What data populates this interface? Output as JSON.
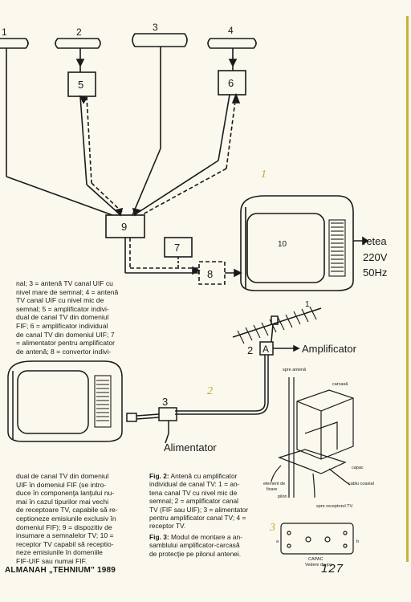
{
  "figure1": {
    "number": "1",
    "antennas": [
      "1",
      "2",
      "3",
      "4"
    ],
    "boxes": {
      "b5": "5",
      "b6": "6",
      "b9": "9",
      "b7": "7",
      "b8": "8",
      "b10": "10"
    },
    "mains_label": "retea\n220V\n50Hz"
  },
  "figure2": {
    "number": "2",
    "antenna_num": "1",
    "amp_num": "2",
    "amp_box": "A",
    "amp_label": "Amplificator",
    "psu_num": "3",
    "psu_label": "Alimentator"
  },
  "figure3": {
    "number": "3",
    "labels": {
      "spre_antena": "spre antenă",
      "carcasa": "carcasă",
      "capac": "capac",
      "element_fixare": "element de\nfixare",
      "cablu_coaxial": "cablu coaxial",
      "pilon": "pilon",
      "spre_receptor": "spre receptorul TV.",
      "capac_bottom": "CAPAC",
      "vedere": "Vedere de jos",
      "a": "a",
      "b": "b"
    }
  },
  "text": {
    "left_top": "nal; 3 = antenă TV canal UIF cu\nnivel mare de semnal; 4 = antenă\nTV canal UIF cu nivel mic de\nsemnal; 5 = amplificator indivi-\ndual de canal TV din domeniul\nFIF; 6 = amplificator individual\nde canal TV din domeniul UIF; 7\n= alimentator pentru amplificator\nde antenă; 8 = convertor indivi-",
    "left_bottom": "dual de canal TV din domeniul\nUIF în domeniul FIF (se intro-\nduce în componenţa lanţului nu-\nmai în cazul tipurilor mai vechi\nde receptoare TV, capabile să re-\nceptioneze emisiunile exclusiv în\ndomeniul FIF); 9 = dispozitiv de\ninsumare a semnalelor TV; 10 =\nreceptor TV capabil să receptio-\nneze emisiunile în domeniile\nFIF-UIF sau numai FIF.",
    "fig2_caption_label": "Fig. 2:",
    "fig2_caption": " Antenă cu amplificator\nindividual de canal TV: 1 = an-\ntena canal TV cu nivel mic de\nsemnal; 2 = amplificator canal\nTV (FIF sau UIF); 3 = alimentator\npentru amplificator canal TV; 4 =\nreceptor TV.",
    "fig3_caption_label": "Fig. 3:",
    "fig3_caption": " Modul de montare a an-\nsamblului amplificator-carcasă\nde protecţie pe pilonul antenei."
  },
  "footer": {
    "left": "ALMANAH „TEHNIUM\" 1989",
    "page": "127"
  }
}
